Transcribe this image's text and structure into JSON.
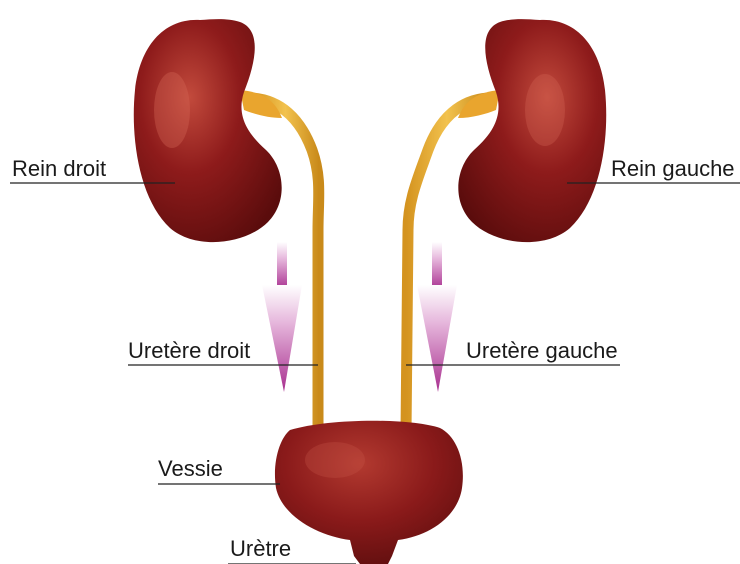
{
  "labels": {
    "rein_droit": "Rein droit",
    "rein_gauche": "Rein gauche",
    "uretere_droit": "Uretère droit",
    "uretere_gauche": "Uretère gauche",
    "vessie": "Vessie",
    "uretre": "Urètre"
  },
  "colors": {
    "organ": "#8b1a1a",
    "organ_dark": "#5e0e0e",
    "organ_light": "#c24a3c",
    "ureter": "#e8b23a",
    "ureter_dark": "#c88a1e",
    "arrow": "#b23a9a",
    "arrow_light": "#f3e1ef"
  }
}
